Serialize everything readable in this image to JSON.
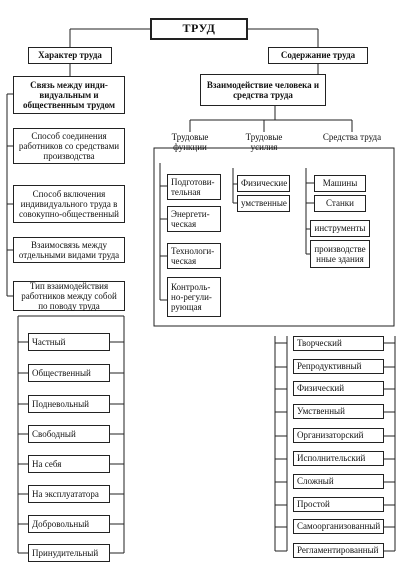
{
  "title": "ТРУД",
  "left": {
    "header": "Характер труда",
    "link": "Связь между инди-видуальным и общественным трудом",
    "items": [
      "Способ соединения работников со средствами производства",
      "Способ включения индивидуального труда в совокупно-общественный",
      "Взаимосвязь между отдельными видами труда",
      "Тип взаимодействия работников между собой по поводу труда"
    ],
    "types": [
      "Частный",
      "Общественный",
      "Подневольный",
      "Свободный",
      "На себя",
      "На эксплуататора",
      "Добровольный",
      "Принудительный"
    ]
  },
  "right": {
    "header": "Содержание труда",
    "interaction": "Взаимодействие человека и средства труда",
    "groups": [
      {
        "label": "Трудовые функции",
        "items": [
          "Подготови-тельная",
          "Энергети-ческая",
          "Технологи-ческая",
          "Контроль-но-регули-рующая"
        ]
      },
      {
        "label": "Трудовые усилия",
        "items": [
          "Физические",
          "умственные"
        ]
      },
      {
        "label": "Средства труда",
        "items": [
          "Машины",
          "Станки",
          "инструменты",
          "производстве нные здания"
        ]
      }
    ],
    "types": [
      "Творческий",
      "Репродуктивный",
      "Физический",
      "Умственный",
      "Организаторский",
      "Исполнительский",
      "Сложный",
      "Простой",
      "Самоорганизованный",
      "Регламентированный"
    ]
  }
}
